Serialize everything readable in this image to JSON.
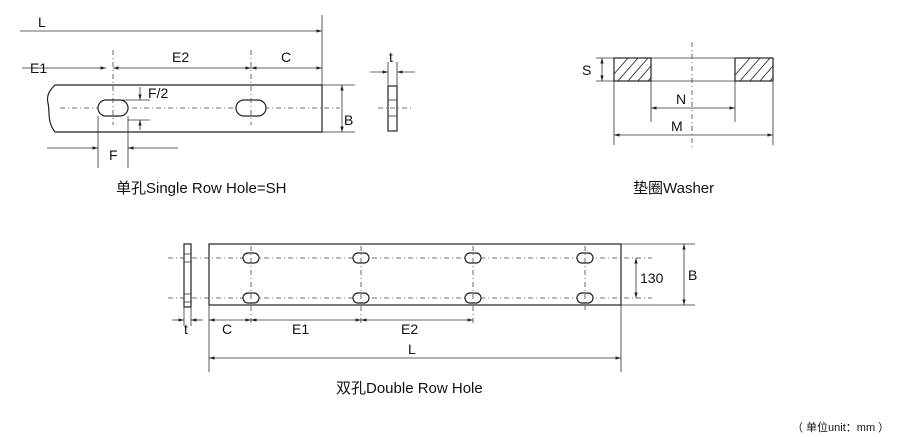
{
  "single_row": {
    "caption": "单孔Single Row Hole=SH",
    "labels": {
      "L": "L",
      "E1": "E1",
      "E2": "E2",
      "C": "C",
      "F_half": "F/2",
      "B": "B",
      "F": "F",
      "t": "t"
    }
  },
  "washer": {
    "caption": "垫圈Washer",
    "labels": {
      "S": "S",
      "N": "N",
      "M": "M"
    }
  },
  "double_row": {
    "caption": "双孔Double Row Hole",
    "labels": {
      "B": "B",
      "spacing": "130",
      "t": "t",
      "C": "C",
      "E1": "E1",
      "E2": "E2",
      "L": "L"
    }
  },
  "unit_note": "（ 单位unit：mm ）"
}
